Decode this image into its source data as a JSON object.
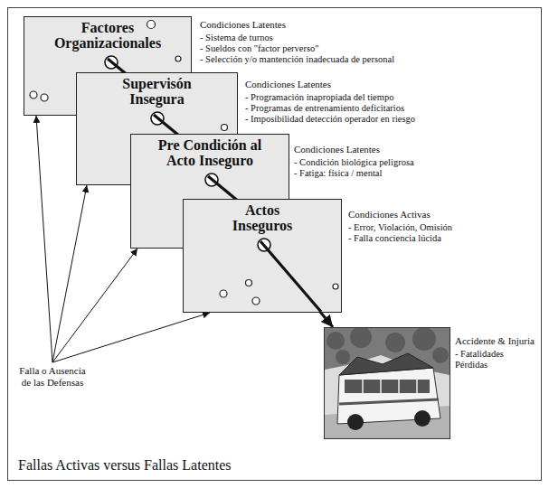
{
  "diagram": {
    "caption": "Fallas Activas versus Fallas Latentes",
    "nodes": [
      {
        "text": [
          "Factores Organizacionales",
          "Condiciones Latentes",
          "- Sistema de turnos",
          "- Sueldos con \"factor perverso\"",
          "- Selección y/o mantención inadecuada de personal"
        ]
      },
      {
        "text": [
          "Supervisón Insegura",
          "Condiciones Latentes",
          "- Programación inapropiada del tiempo",
          "- Programas de entrenamiento deficitarios",
          "- Imposibilidad detección operador en riesgo"
        ]
      },
      {
        "text": [
          "Pre Condición al Acto Inseguro",
          "Condiciones Latentes",
          "- Condición biológica peligrosa",
          "- Fatiga: física / mental"
        ]
      },
      {
        "text": [
          "Actos Inseguros",
          "Condiciones Activas",
          "- Error, Violación, Omisión",
          "- Falla conciencia lúcida"
        ]
      },
      {
        "text": [
          "Accidente & Injuria",
          "- Fatalidades Pérdidas"
        ]
      },
      {
        "text": [
          "Falla o Ausencia de las Defensas"
        ]
      }
    ],
    "edges": [
      {
        "from": 5,
        "to": 0,
        "arrow": "to"
      },
      {
        "from": 5,
        "to": 1,
        "arrow": "to"
      },
      {
        "from": 5,
        "to": 2,
        "arrow": "to"
      },
      {
        "from": 5,
        "to": 3,
        "arrow": "to"
      },
      {
        "from": 3,
        "to": 4,
        "arrow": "to"
      }
    ]
  }
}
